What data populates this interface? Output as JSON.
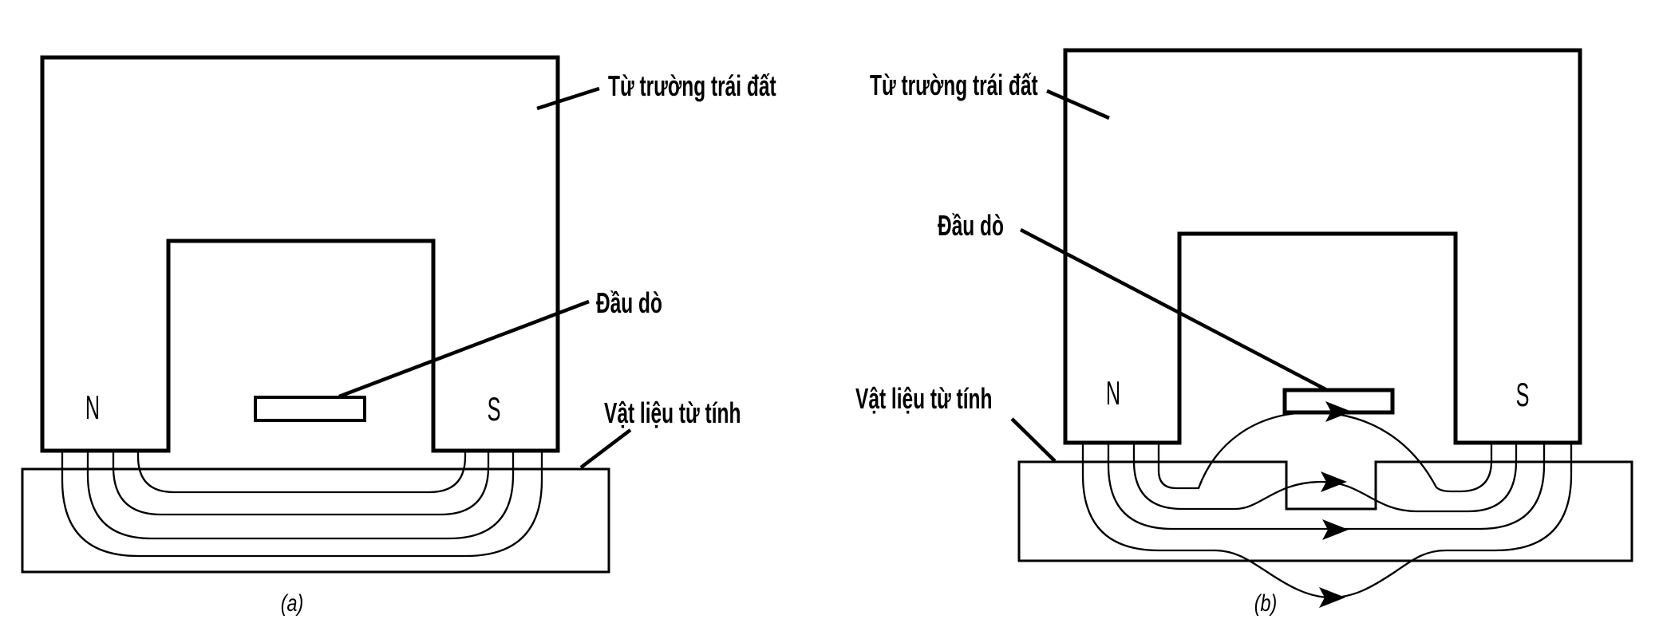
{
  "colors": {
    "ink": "#000000",
    "background": "#ffffff"
  },
  "panel_a": {
    "caption": "(a)",
    "labels": {
      "earth_field": "Từ trường trái đất",
      "probe": "Đầu dò",
      "material": "Vật liệu từ tính"
    },
    "poles": {
      "north": "N",
      "south": "S"
    }
  },
  "panel_b": {
    "caption": "(b)",
    "labels": {
      "earth_field": "Từ trường trái đất",
      "probe": "Đầu dò",
      "material": "Vật liệu từ tính"
    },
    "poles": {
      "north": "N",
      "south": "S"
    }
  }
}
